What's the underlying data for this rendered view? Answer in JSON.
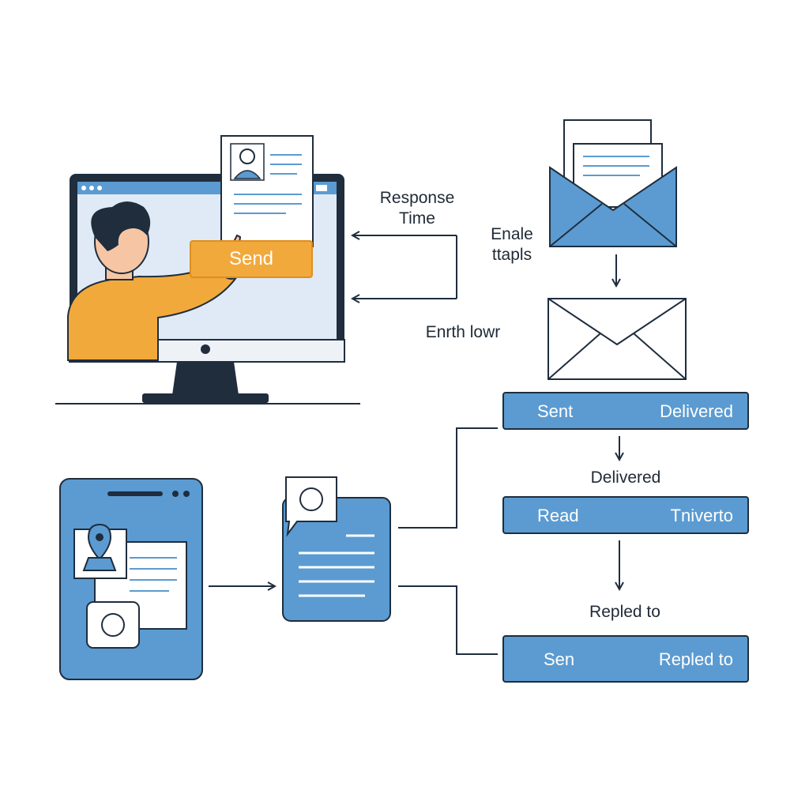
{
  "labels": {
    "response_time": "Response\nTime",
    "email_thread": "Enale\nttapls",
    "enrth_lowr": "Enrth lowr",
    "delivered": "Delivered",
    "replied_to": "Repled to"
  },
  "send_button": {
    "label": "Send"
  },
  "status_bars": [
    {
      "left": "Sent",
      "right": "Delivered"
    },
    {
      "left": "Read",
      "right": "Tniverto"
    },
    {
      "left": "Sen",
      "right": "Repled to"
    }
  ],
  "colors": {
    "accent_blue": "#5b9bd1",
    "accent_orange": "#f2a93b",
    "outline": "#1f2d3d",
    "screen": "#dfeaf6"
  }
}
